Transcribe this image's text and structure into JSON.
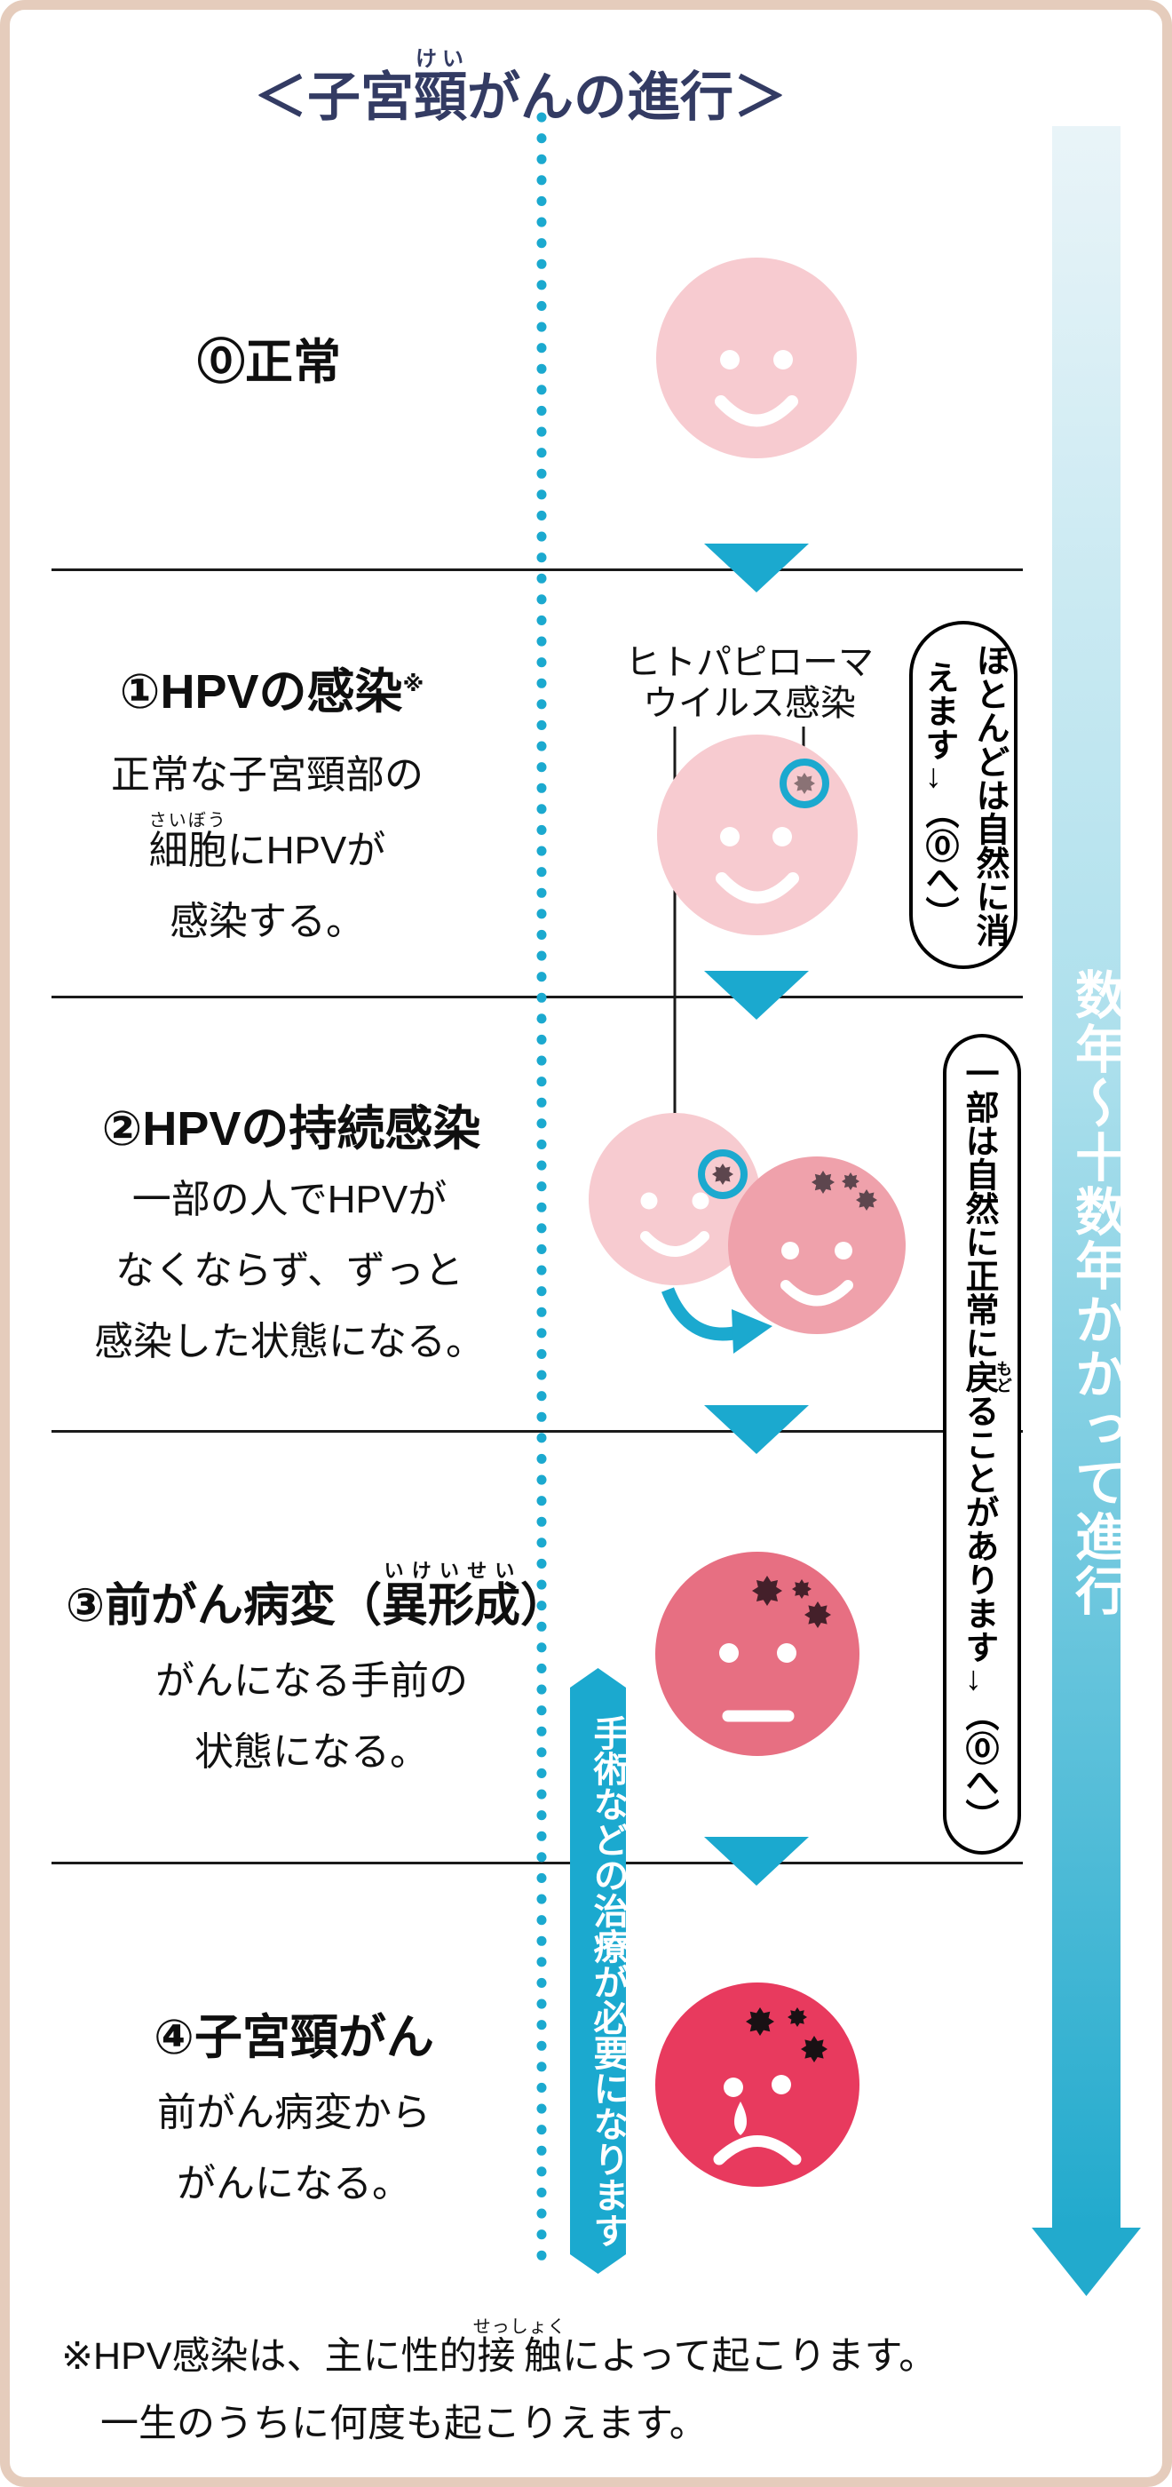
{
  "title": {
    "part1": "＜子宮",
    "ruby_base": "頸",
    "ruby_rt": "けい",
    "part2": "がんの進行＞"
  },
  "colors": {
    "teal_accent": "#1ba9cf",
    "face_light_pink": "#f7cbd0",
    "face_medium_pink": "#efa1ab",
    "face_rose": "#e76f82",
    "face_crimson": "#e83a5e",
    "title_navy": "#333b63",
    "border_pink_beige": "#e5ccbc",
    "arrow_gradient_top": "#e9f4f8",
    "arrow_gradient_bottom": "#22aacd",
    "virus_gray": "#8a7275",
    "virus_maroon": "#5d464e",
    "virus_dark": "#44202a",
    "virus_black": "#191114"
  },
  "stages": {
    "s0": {
      "heading": "⓪正常"
    },
    "s1": {
      "heading": "①HPVの感染",
      "heading_note": "※",
      "line1": "正常な子宮頸部の",
      "line2_ruby": "細胞",
      "line2_rt": "さいぼう",
      "line2_rest": "にHPVが",
      "line3": "感染する。",
      "virus_label_line1": "ヒトパピローマ",
      "virus_label_line2": "ウイルス感染",
      "callout": "ほとんどは自然に消えます→（⓪へ）"
    },
    "s2": {
      "heading": "②HPVの持続感染",
      "line1": "一部の人でHPVが",
      "line2": "なくならず、ずっと",
      "line3": "感染した状態になる。",
      "callout_part1": "一部は自然に正常に",
      "callout_ruby": "戻",
      "callout_rt": "もど",
      "callout_part2": "ることがあります→（⓪へ）"
    },
    "s3": {
      "heading_part1": "③前がん病変（",
      "heading_ruby": "異形成",
      "heading_rt": "いけいせい",
      "heading_part2": "）",
      "line1": "がんになる手前の",
      "line2": "状態になる。",
      "banner": "手術などの治療が必要になります"
    },
    "s4": {
      "heading": "④子宮頸がん",
      "line1": "前がん病変から",
      "line2": "がんになる。"
    }
  },
  "right_arrow_label": "数年〜十数年かかって進行",
  "note": {
    "part1": "※HPV感染は、主に性的",
    "ruby_base": "接触",
    "ruby_rt": "せっしょく",
    "part2": "によって起こります。",
    "line2": "一生のうちに何度も起こりえます。"
  }
}
